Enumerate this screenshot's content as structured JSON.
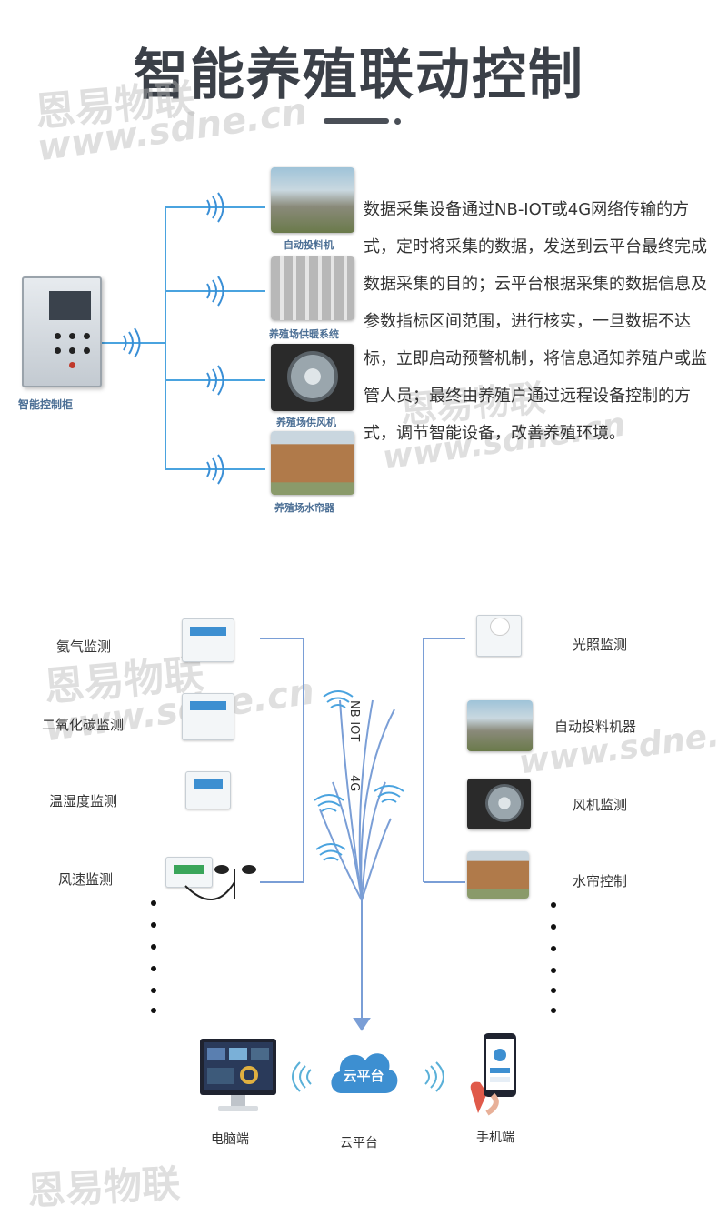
{
  "header": {
    "title": "智能养殖联动控制"
  },
  "watermarks": {
    "brand": "恩易物联",
    "url": "www.sdne.cn"
  },
  "top_diagram": {
    "cabinet_label": "智能控制柜",
    "devices": [
      {
        "label": "自动投料机",
        "icon": "feeder-machine-photo"
      },
      {
        "label": "养殖场供暖系统",
        "icon": "heating-system-photo"
      },
      {
        "label": "养殖场供风机",
        "icon": "exhaust-fan-photo"
      },
      {
        "label": "养殖场水帘器",
        "icon": "water-curtain-photo"
      }
    ],
    "description": "数据采集设备通过NB-IOT或4G网络传输的方式，定时将采集的数据，发送到云平台最终完成数据采集的目的；云平台根据采集的数据信息及参数指标区间范围，进行核实，一旦数据不达标，立即启动预警机制，将信息通知养殖户或监管人员；最终由养殖户通过远程设备控制的方式，调节智能设备，改善养殖环境。"
  },
  "bottom_diagram": {
    "sensors": [
      {
        "label": "氨气监测"
      },
      {
        "label": "二氧化碳监测"
      },
      {
        "label": "温湿度监测"
      },
      {
        "label": "风速监测"
      }
    ],
    "outputs": [
      {
        "label": "光照监测"
      },
      {
        "label": "自动投料机器"
      },
      {
        "label": "风机监测"
      },
      {
        "label": "水帘控制"
      }
    ],
    "network": {
      "primary": "NB-IOT",
      "secondary": "4G"
    },
    "cloud_badge": "云平台",
    "endpoints": {
      "computer": "电脑端",
      "cloud": "云平台",
      "phone": "手机端"
    }
  },
  "colors": {
    "line": "#4aa3df",
    "accent": "#3d7fd0",
    "title": "#3b4048"
  }
}
